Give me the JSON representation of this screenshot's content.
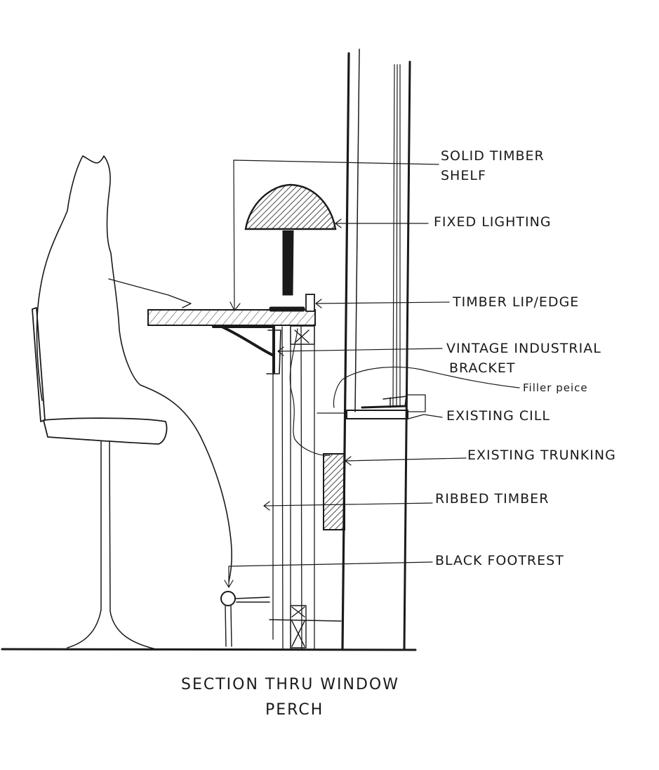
{
  "labels": {
    "solid_timber_shelf_line1": "SOLID TIMBER",
    "solid_timber_shelf_line2": "SHELF",
    "fixed_lighting": "FIXED LIGHTING",
    "timber_lip_edge": "TIMBER LIP/EDGE",
    "vintage_bracket_line1": "VINTAGE INDUSTRIAL",
    "vintage_bracket_line2": "BRACKET",
    "filler_piece": "Filler peice",
    "existing_cill": "EXISTING CILL",
    "existing_trunking": "EXISTING TRUNKING",
    "ribbed_timber": "RIBBED TIMBER",
    "black_footrest": "BLACK FOOTREST"
  },
  "title": {
    "line1": "SECTION THRU WINDOW",
    "line2": "PERCH"
  }
}
